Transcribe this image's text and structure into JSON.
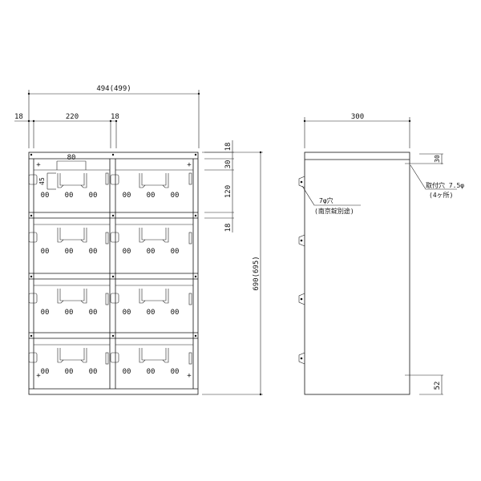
{
  "front_view": {
    "dim_total_width": "494(499)",
    "dim_stile_left": "18",
    "dim_opening": "220",
    "dim_stile_center": "18",
    "dim_handle_width": "80",
    "dim_handle_height": "45",
    "dim_top_rail": "18",
    "dim_top_gap": "30",
    "dim_door_height": "120",
    "dim_mid_rail": "18",
    "dim_total_height": "690(695)",
    "rows": 4,
    "columns": 2,
    "vent_holes_label": "00"
  },
  "side_view": {
    "dim_depth": "300",
    "dim_top": "30",
    "dim_bottom": "52",
    "lock_note_line1": "7φ穴",
    "lock_note_line2": "(南京錠別途)",
    "mount_note_line1": "取付穴 7.5φ",
    "mount_note_line2": "(4ヶ所)"
  }
}
